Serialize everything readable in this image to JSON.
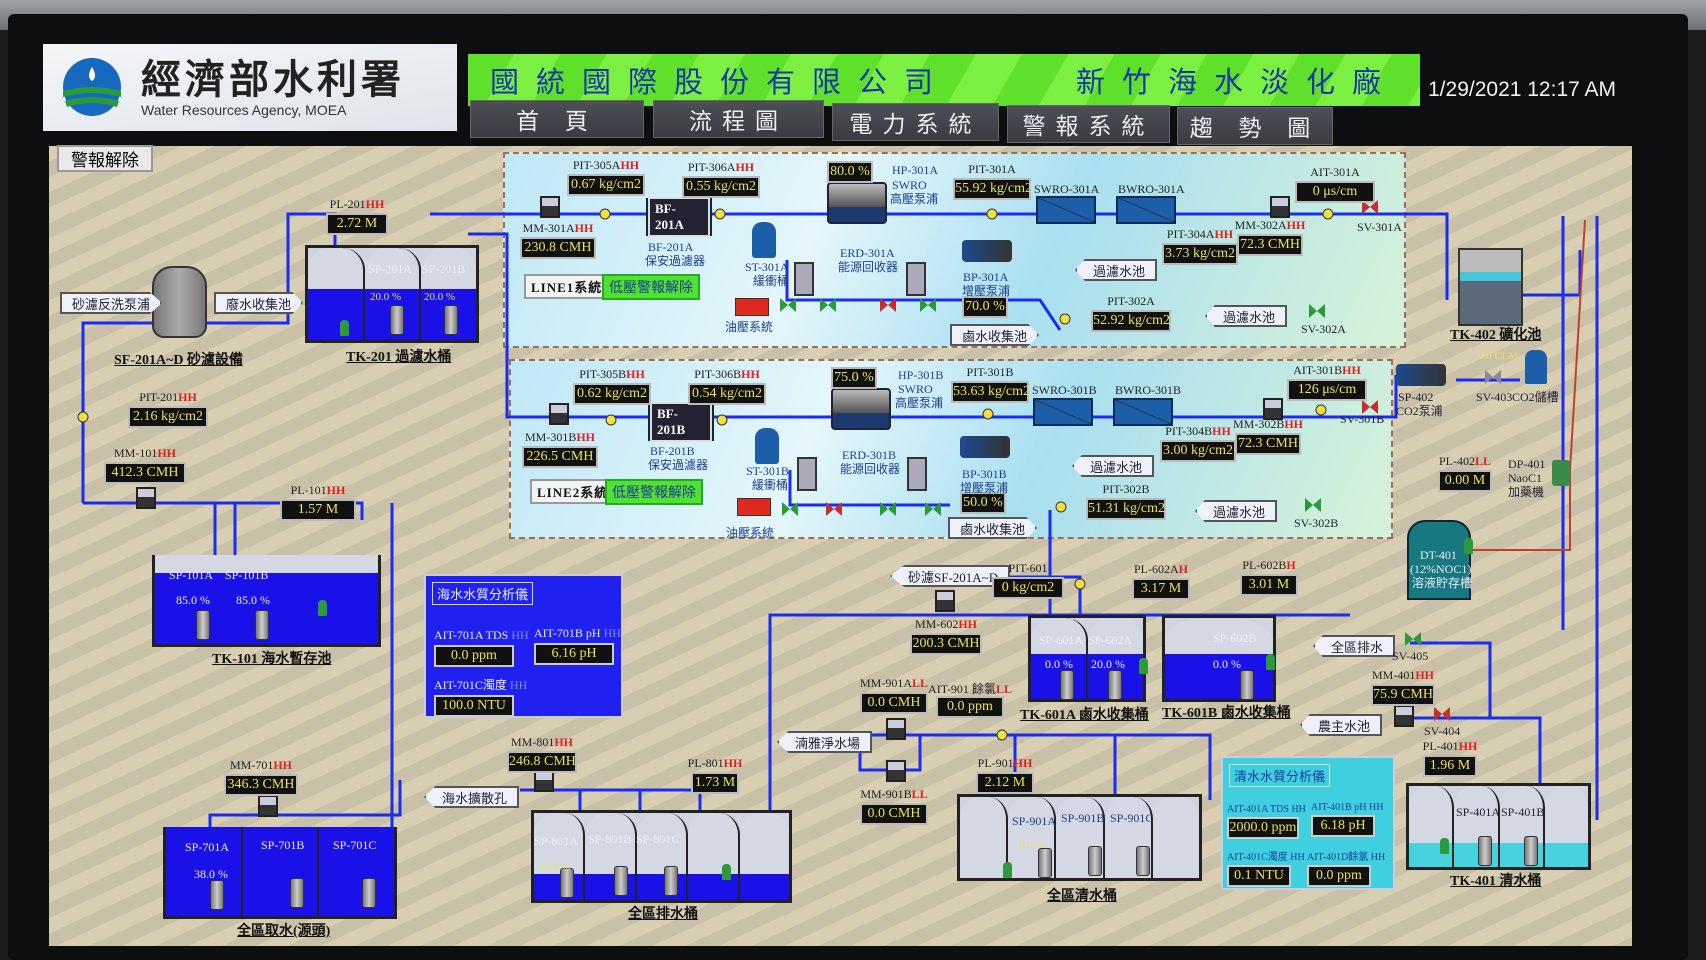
{
  "header": {
    "logo_cn": "經濟部水利署",
    "logo_en": "Water Resources Agency, MOEA",
    "company": "國統國際股份有限公司",
    "plant": "新竹海水淡化廠",
    "datetime": "1/29/2021 12:17 AM"
  },
  "nav": [
    "首 頁",
    "流程圖",
    "電力系統",
    "警報系統",
    "趨 勢 圖"
  ],
  "alarm_reset": "警報解除",
  "lines": [
    {
      "name": "LINE1系統",
      "button": "低壓警報解除"
    },
    {
      "name": "LINE2系統",
      "button": "低壓警報解除"
    }
  ],
  "instruments": [
    {
      "tag": "PIT-305A",
      "alarm": "HH",
      "value": "0.67 kg/cm2"
    },
    {
      "tag": "PIT-306A",
      "alarm": "HH",
      "value": "0.55 kg/cm2"
    },
    {
      "tag": "",
      "alarm": "",
      "value": "80.0 %"
    },
    {
      "tag": "PIT-301A",
      "alarm": "",
      "value": "55.92 kg/cm2"
    },
    {
      "tag": "AIT-301A",
      "alarm": "",
      "value": "0  μs/cm"
    },
    {
      "tag": "MM-301A",
      "alarm": "HH",
      "value": "230.8 CMH"
    },
    {
      "tag": "PIT-304A",
      "alarm": "HH",
      "value": "3.73 kg/cm2"
    },
    {
      "tag": "MM-302A",
      "alarm": "HH",
      "value": "72.3 CMH"
    },
    {
      "tag": "",
      "alarm": "",
      "value": "70.0 %"
    },
    {
      "tag": "PIT-302A",
      "alarm": "",
      "value": "52.92 kg/cm2"
    },
    {
      "tag": "PIT-305B",
      "alarm": "HH",
      "value": "0.62 kg/cm2"
    },
    {
      "tag": "PIT-306B",
      "alarm": "HH",
      "value": "0.54 kg/cm2"
    },
    {
      "tag": "",
      "alarm": "",
      "value": "75.0 %"
    },
    {
      "tag": "PIT-301B",
      "alarm": "",
      "value": "53.63 kg/cm2"
    },
    {
      "tag": "AIT-301B",
      "alarm": "HH",
      "value": "126  μs/cm"
    },
    {
      "tag": "MM-301B",
      "alarm": "HH",
      "value": "226.5 CMH"
    },
    {
      "tag": "PIT-304B",
      "alarm": "HH",
      "value": "3.00 kg/cm2"
    },
    {
      "tag": "MM-302B",
      "alarm": "HH",
      "value": "72.3 CMH"
    },
    {
      "tag": "",
      "alarm": "",
      "value": "50.0 %"
    },
    {
      "tag": "PIT-302B",
      "alarm": "",
      "value": "51.31 kg/cm2"
    },
    {
      "tag": "PL-201",
      "alarm": "HH",
      "value": "2.72 M"
    },
    {
      "tag": "PIT-201",
      "alarm": "HH",
      "value": "2.16 kg/cm2"
    },
    {
      "tag": "MM-101",
      "alarm": "HH",
      "value": "412.3 CMH"
    },
    {
      "tag": "PL-101",
      "alarm": "HH",
      "value": "1.57 M"
    },
    {
      "tag": "PIT-601",
      "alarm": "",
      "value": "0 kg/cm2"
    },
    {
      "tag": "MM-602",
      "alarm": "HH",
      "value": "200.3 CMH"
    },
    {
      "tag": "PL-602A",
      "alarm": "H",
      "value": "3.17 M"
    },
    {
      "tag": "PL-602B",
      "alarm": "H",
      "value": "3.01 M"
    },
    {
      "tag": "MM-901A",
      "alarm": "LL",
      "value": "0.0 CMH"
    },
    {
      "tag": "AIT-901 餘氯",
      "alarm": "LL",
      "value": "0.0 ppm"
    },
    {
      "tag": "MM-901B",
      "alarm": "LL",
      "value": "0.0 CMH"
    },
    {
      "tag": "PL-901",
      "alarm": "HH",
      "value": "2.12 M"
    },
    {
      "tag": "MM-801",
      "alarm": "HH",
      "value": "246.8 CMH"
    },
    {
      "tag": "PL-801",
      "alarm": "HH",
      "value": "1.73 M"
    },
    {
      "tag": "MM-701",
      "alarm": "HH",
      "value": "346.3 CMH"
    },
    {
      "tag": "PL-402",
      "alarm": "LL",
      "value": "0.00 M"
    },
    {
      "tag": "MM-401",
      "alarm": "HH",
      "value": "75.9 CMH"
    },
    {
      "tag": "PL-401",
      "alarm": "HH",
      "value": "1.96 M"
    }
  ],
  "labels": [
    "BF-201A",
    "保安過濾器",
    "ST-301A",
    "緩衝桶",
    "ERD-301A",
    "能源回收器",
    "油壓系統",
    "HP-301A",
    "SWRO",
    "高壓泵浦",
    "BP-301A",
    "增壓泵浦",
    "SWRO-301A",
    "BWRO-301A",
    "SV-301A",
    "SV-302A",
    "BF-201B",
    "保安過濾器",
    "ST-301B",
    "緩衝桶",
    "ERD-301B",
    "能源回收器",
    "油壓系統",
    "HP-301B",
    "SWRO",
    "高壓泵浦",
    "BP-301B",
    "增壓泵浦",
    "SWRO-301B",
    "BWRO-301B",
    "SV-301B",
    "SV-302B",
    "SF-201A~D 砂濾設備",
    "TK-201 過濾水桶",
    "TK-101 海水暫存池",
    "TK-402 礦化池",
    "SP-402",
    "CO2泵浦",
    "SV-403",
    "CO2儲槽",
    "0.0 CLM",
    "DP-401",
    "NaoC1",
    "加藥機",
    "DT-401",
    "(12%NOC1)",
    "溶液貯存槽",
    "SV-405",
    "SV-404",
    "TK-601A 鹵水收集桶",
    "TK-601B 鹵水收集桶",
    "全區清水桶",
    "全區排水桶",
    "全區取水(源頭)",
    "TK-401 清水桶",
    "SP-201A",
    "SP-201B",
    "20.0 %",
    "20.0 %",
    "SP-101A",
    "85.0 %",
    "SP-101B",
    "85.0 %",
    "SP-601A",
    "0.0 %",
    "SP-602A",
    "20.0 %",
    "SP-602B",
    "0.0 %",
    "SP-701A",
    "38.0 %",
    "SP-701B",
    "SP-701C",
    "SP-801A",
    "10.0 %",
    "SP-801B",
    "SP-801C",
    "SP-901A",
    "0.0 %",
    "SP-901B",
    "SP-901C",
    "SP-401A",
    "SP-401B"
  ],
  "boxes": [
    "BF-201A",
    "BF-201B"
  ],
  "tags": [
    "砂濾反洗泵浦",
    "廢水收集池",
    "過濾水池",
    "過濾水池",
    "鹵水收集池",
    "過濾水池",
    "過濾水池",
    "鹵水收集池",
    "砂濾SF-201A~D",
    "湳雅淨水場",
    "海水擴散孔",
    "全區排水",
    "農主水池"
  ],
  "tanks": [
    {
      "name": "TK-201",
      "fill": 0.55
    },
    {
      "name": "TK-101",
      "fill": 0.8
    },
    {
      "name": "TK-601A",
      "fill": 0.55
    },
    {
      "name": "TK-601B",
      "fill": 0.55
    },
    {
      "name": "全區排水桶",
      "fill": 0.3
    },
    {
      "name": "全區清水桶",
      "fill": 0.0
    },
    {
      "name": "全區取水",
      "fill": 1.0
    },
    {
      "name": "TK-401",
      "fill": 0.3
    }
  ],
  "seawater_analyzer": {
    "title": "海水水質分析儀",
    "items": [
      {
        "tag": "AIT-701A TDS",
        "alarm": "HH",
        "value": "0.0 ppm"
      },
      {
        "tag": "AIT-701B pH",
        "alarm": "HH",
        "value": "6.16 pH"
      },
      {
        "tag": "AIT-701C濁度",
        "alarm": "HH",
        "value": "100.0 NTU"
      }
    ]
  },
  "clean_analyzer": {
    "title": "清水水質分析儀",
    "items": [
      {
        "tag": "AIT-401A TDS",
        "alarm": "HH",
        "value": "2000.0 ppm"
      },
      {
        "tag": "AIT-401B pH",
        "alarm": "HH",
        "value": "6.18 pH"
      },
      {
        "tag": "AIT-401C濁度",
        "alarm": "HH",
        "value": "0.1 NTU"
      },
      {
        "tag": "AIT-401D餘氯",
        "alarm": "HH",
        "value": "0.0 ppm"
      }
    ]
  },
  "colors": {
    "pipe": "#1a2cf0",
    "water": "#1a10e8",
    "clean_water": "#47d2e0",
    "title_bar": "#66e830",
    "alarm": "#dd2222"
  }
}
